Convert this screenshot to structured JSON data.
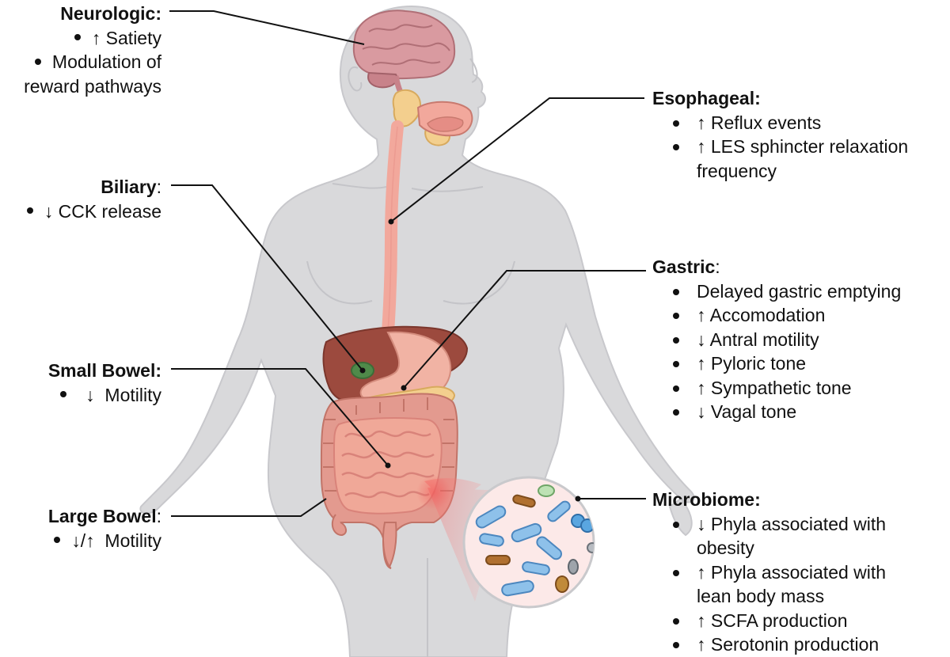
{
  "callouts": {
    "neurologic": {
      "title": "Neurologic:",
      "suffix": "",
      "items": [
        "↑ Satiety",
        "Modulation of",
        "reward pathways"
      ]
    },
    "biliary": {
      "title": "Biliary",
      "suffix": ":",
      "items": [
        "↓ CCK release"
      ]
    },
    "small_bowel": {
      "title": "Small Bowel:",
      "suffix": "",
      "items": [
        "↓  Motility"
      ]
    },
    "large_bowel": {
      "title": "Large Bowel",
      "suffix": ":",
      "items": [
        "↓/↑  Motility"
      ]
    },
    "esophageal": {
      "title": "Esophageal:",
      "suffix": "",
      "items": [
        "↑ Reflux events",
        "↑ LES sphincter relaxation",
        "frequency"
      ]
    },
    "gastric": {
      "title": "Gastric",
      "suffix": ":",
      "items": [
        "Delayed gastric emptying",
        "↑ Accomodation",
        "↓ Antral motility",
        "↑ Pyloric tone",
        "↑ Sympathetic tone",
        "↓ Vagal tone"
      ]
    },
    "microbiome": {
      "title": "Microbiome:",
      "suffix": "",
      "items": [
        "↓ Phyla associated with",
        "obesity",
        "↑ Phyla associated with",
        "lean body mass",
        "↑ SCFA production",
        "↑ Serotonin production"
      ]
    }
  },
  "colors": {
    "body": "#d9d9db",
    "body_outline": "#c4c4c8",
    "brain": "#d99aa0",
    "esophagus": "#f2a89c",
    "liver": "#9c4a3e",
    "stomach": "#f1b3a4",
    "gallbladder": "#4f8a4a",
    "pancreas": "#f3cf8e",
    "intestine": "#f0a898",
    "intestine_dark": "#d9837a",
    "colon": "#e39a8f",
    "zoom_circle": "#fce9e8",
    "zoom_glow": "#f56a6a",
    "leader_line": "#111111"
  }
}
